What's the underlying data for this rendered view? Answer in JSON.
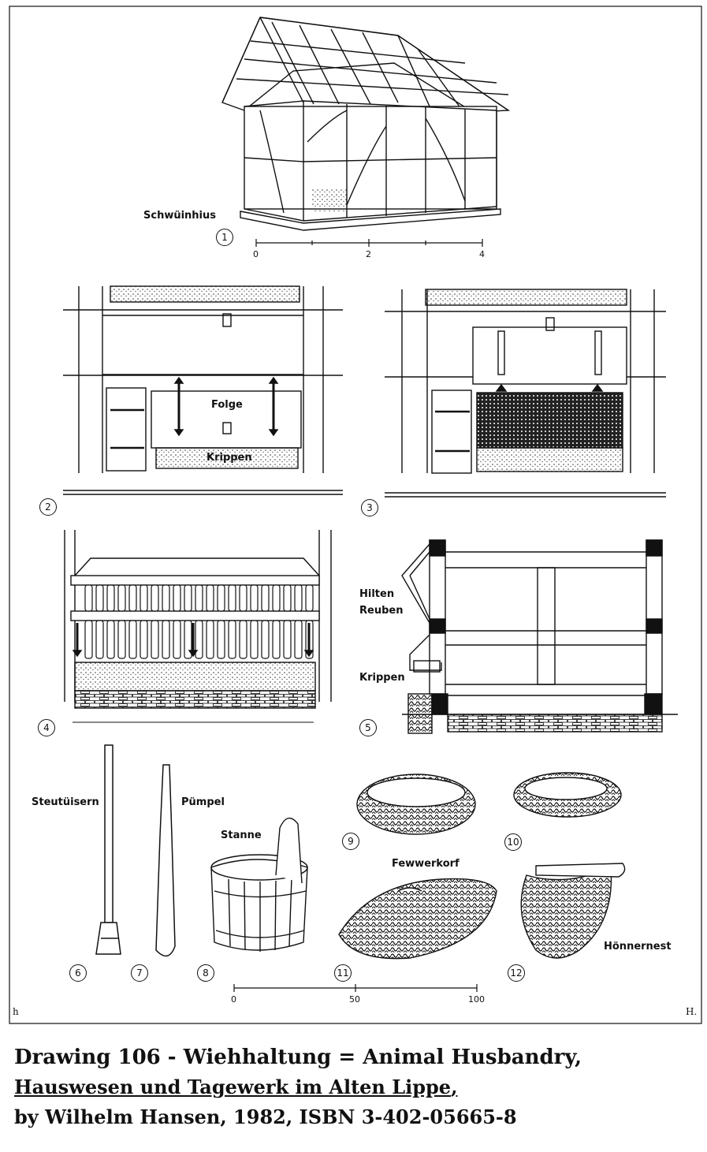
{
  "labels": {
    "schwuinhius": "Schwüinhius",
    "folge": "Folge",
    "krippen_2": "Krippen",
    "hilten": "Hilten",
    "reuben": "Reuben",
    "krippen_5": "Krippen",
    "steutuisern": "Steutüisern",
    "pumpel": "Pümpel",
    "stanne": "Stanne",
    "fewwerkorf": "Fewwerkorf",
    "honnernest": "Hönnernest"
  },
  "figure_numbers": [
    "1",
    "2",
    "3",
    "4",
    "5",
    "6",
    "7",
    "8",
    "9",
    "10",
    "11",
    "12"
  ],
  "scale_1": {
    "ticks": [
      "0",
      "2",
      "4"
    ]
  },
  "scale_2": {
    "ticks": [
      "0",
      "50",
      "100"
    ]
  },
  "corner_marks": {
    "left": "h",
    "right": "H."
  },
  "caption": {
    "line1": "Drawing 106 - Wiehhaltung = Animal Husbandry,",
    "line2_underlined": "Hauswesen und Tagewerk im Alten Lippe",
    "line2_suffix": ",",
    "line3": "by Wilhelm Hansen, 1982, ISBN 3-402-05665-8"
  }
}
